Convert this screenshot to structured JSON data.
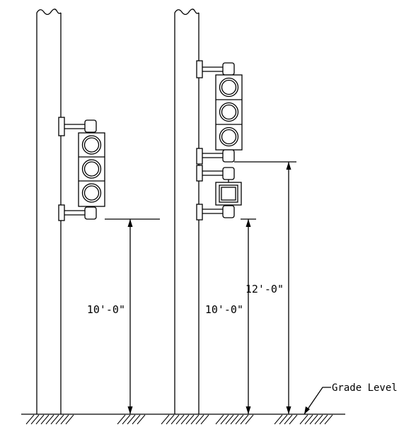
{
  "dimensions": {
    "left_pole_clearance": "10'-0\"",
    "right_pole_lower_clearance": "10'-0\"",
    "right_pole_upper_clearance": "12'-0\""
  },
  "labels": {
    "grade_level": "Grade Level"
  },
  "colors": {
    "line": "#000000",
    "background": "#ffffff"
  },
  "icons": {
    "signal_lens": "circle-lens",
    "sign_panel": "square-sign"
  }
}
